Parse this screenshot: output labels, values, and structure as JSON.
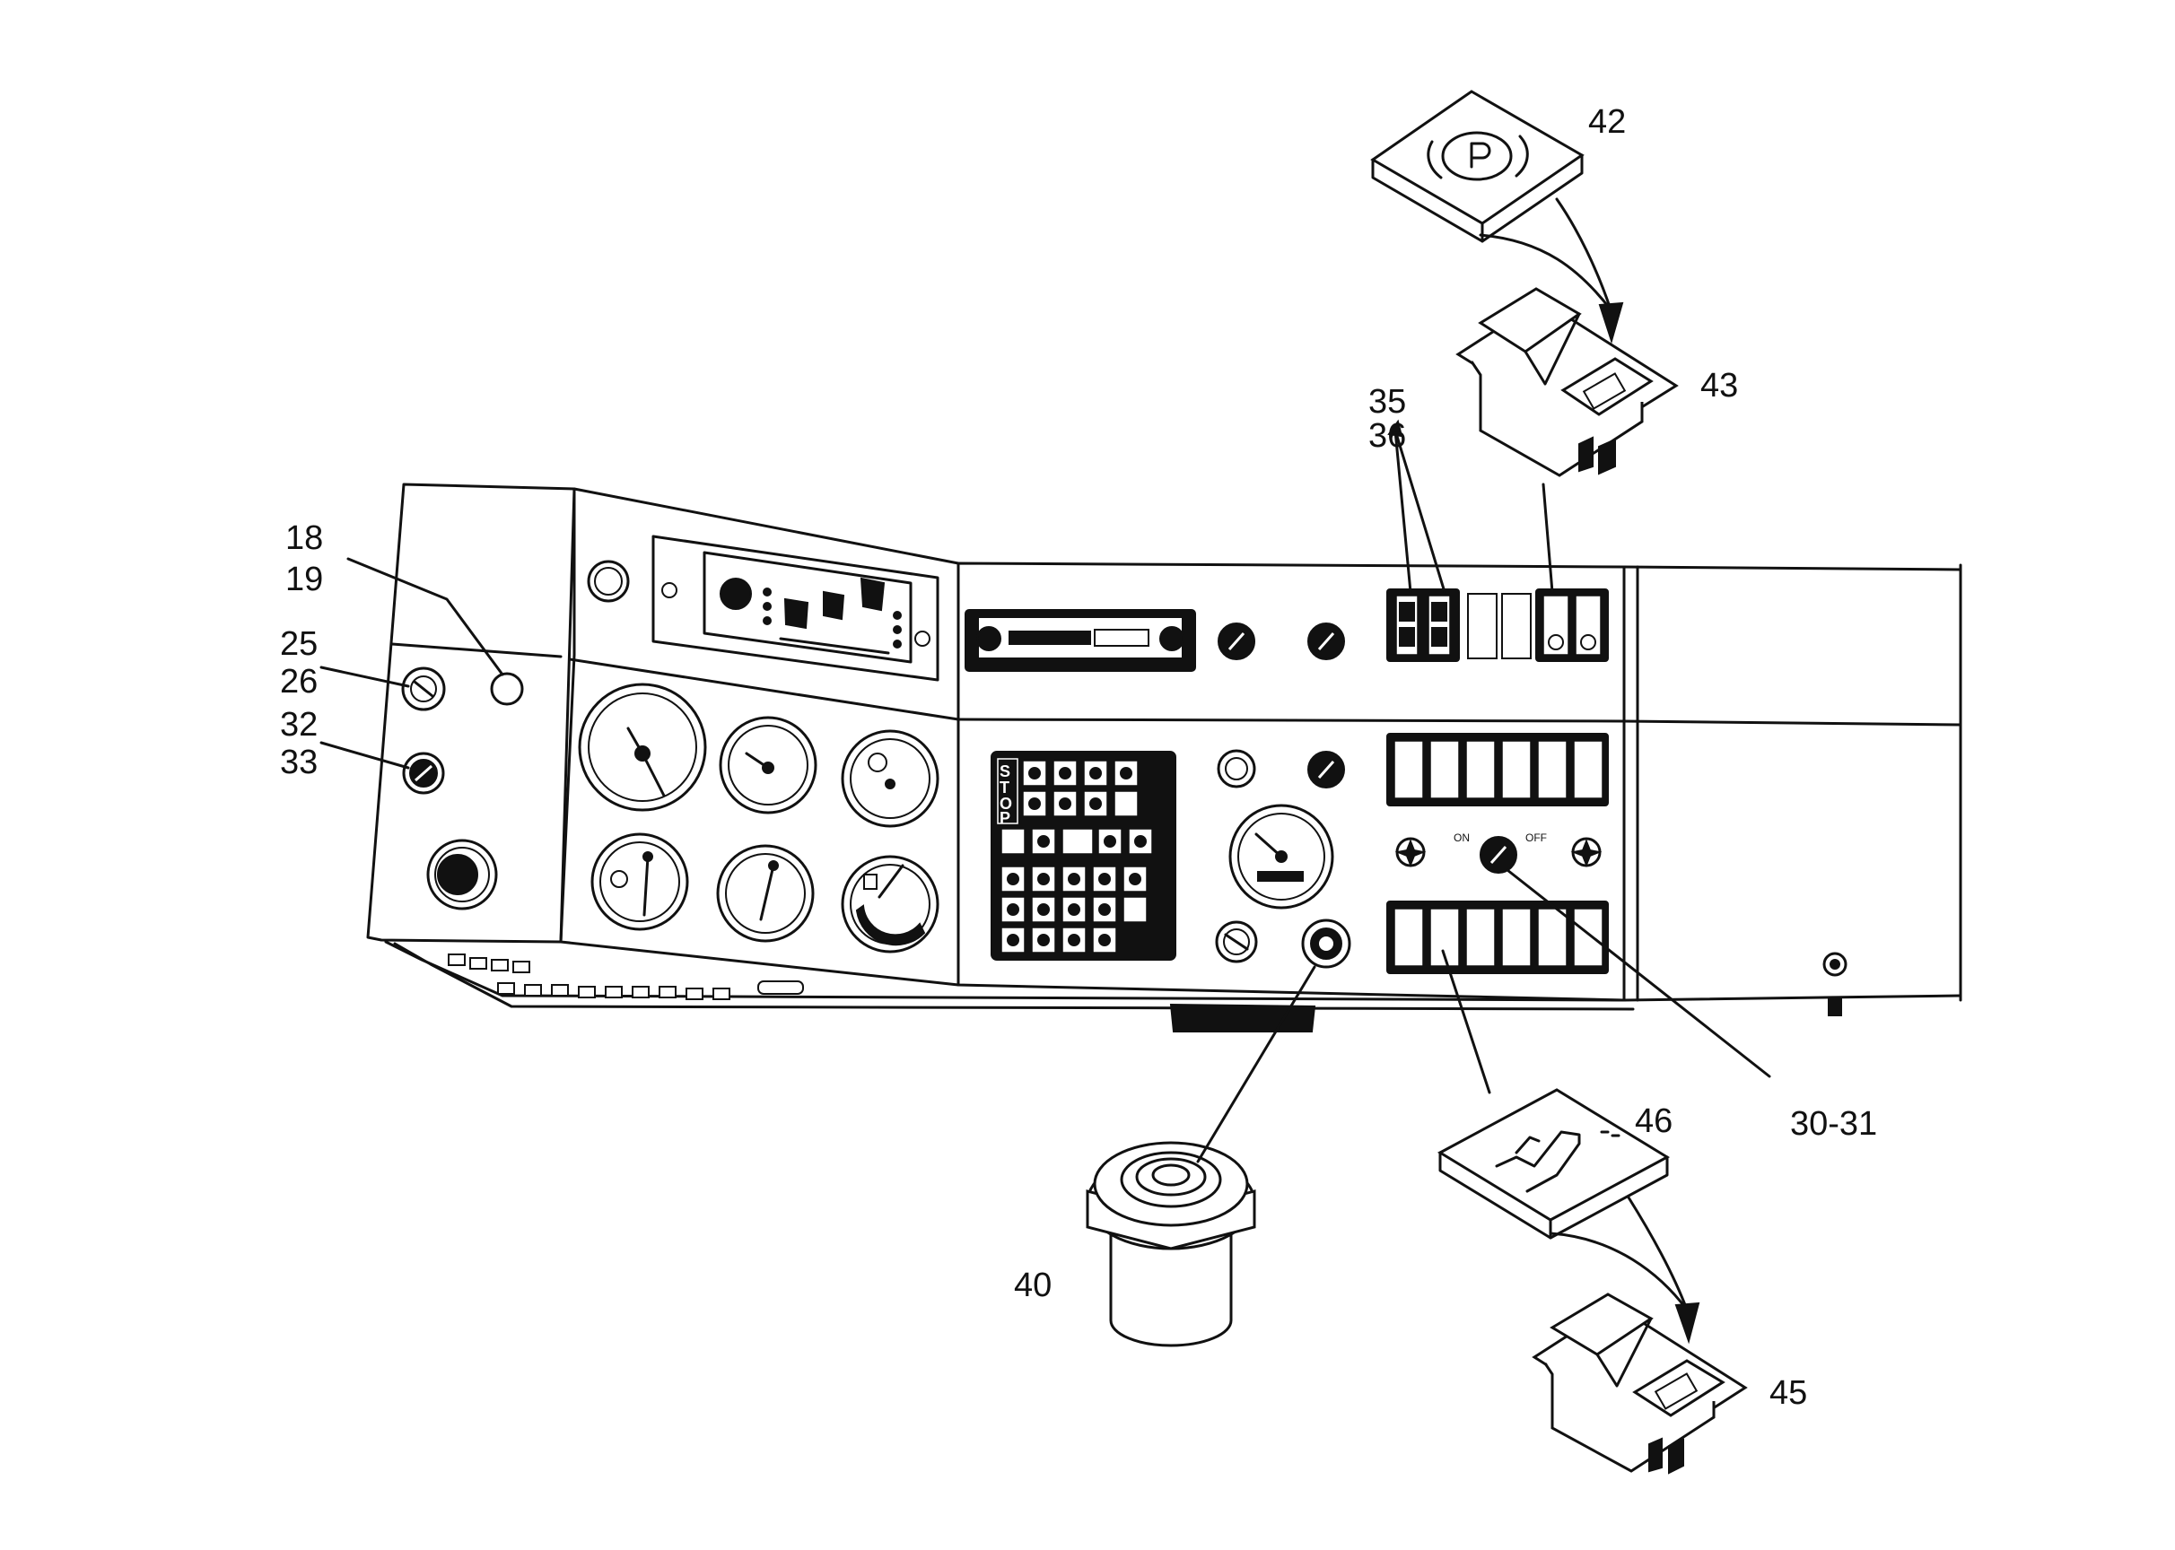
{
  "callouts": {
    "c18": "18",
    "c19": "19",
    "c25": "25",
    "c26": "26",
    "c32": "32",
    "c33": "33",
    "c35": "35",
    "c36": "36",
    "c42": "42",
    "c43": "43",
    "c40": "40",
    "c46": "46",
    "c45": "45",
    "c30_31": "30-31"
  },
  "panel_text": {
    "stop": "STOP",
    "on": "ON",
    "off": "OFF"
  }
}
